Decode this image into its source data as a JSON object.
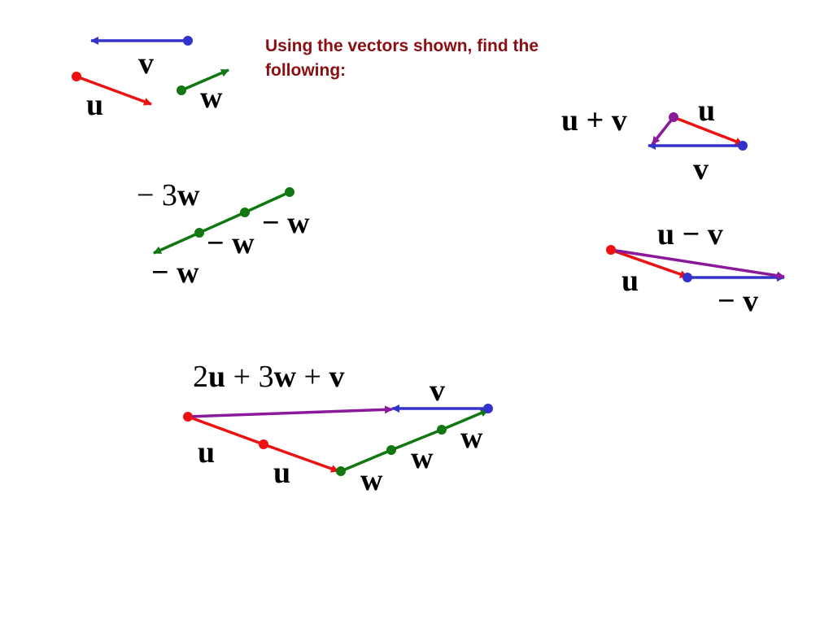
{
  "prompt": "Using the vectors shown, find the following:",
  "colors": {
    "u": "#ee1111",
    "v": "#3333cc",
    "w": "#117711",
    "result": "#8a1a9a",
    "prompt_text": "#8b0f12"
  },
  "labels": {
    "u": "u",
    "v": "v",
    "w": "w",
    "neg_w": "− w",
    "neg_v": "− v",
    "expr_sum": "u + v",
    "expr_diff": "u − v",
    "expr_neg3w_coef": "− 3",
    "expr_neg3w_vec": "w",
    "expr_combo": [
      "2",
      "u",
      " + ",
      "3",
      "w",
      " + ",
      "v"
    ]
  }
}
